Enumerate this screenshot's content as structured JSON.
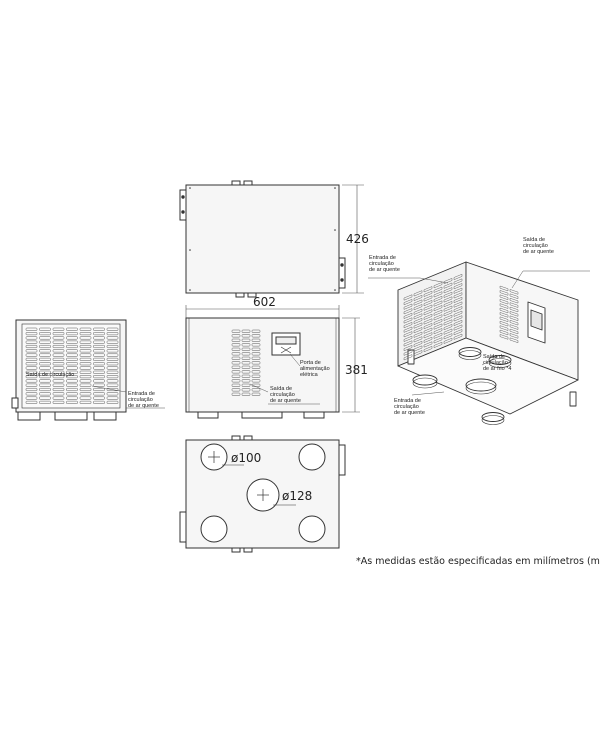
{
  "dimensions": {
    "depth": "426",
    "width": "602",
    "height": "381",
    "small_duct": "ø100",
    "large_duct": "ø128"
  },
  "labels": {
    "front_inlet": [
      "Entrada de",
      "circulação",
      "de ar quente"
    ],
    "front_inlet_faint": "Saída de circulação",
    "side_outlet": [
      "Saída de",
      "circulação",
      "de ar quente"
    ],
    "power_port": [
      "Porta de",
      "alimentação",
      "elétrica"
    ],
    "iso_top_outlet": [
      "Saída de",
      "circulação",
      "de ar quente"
    ],
    "iso_inlet_upper": [
      "Entrada de",
      "circulação",
      "de ar quente"
    ],
    "iso_cold_outlet": [
      "Saída de",
      "circulação",
      "de ar frio *4"
    ],
    "iso_inlet_lower": [
      "Entrada de",
      "circulação",
      "de ar quente"
    ]
  },
  "note": "*As medidas estão especificadas em milímetros (mm).",
  "colors": {
    "line": "#333333",
    "fill": "#f4f4f4",
    "grille": "#555555"
  }
}
